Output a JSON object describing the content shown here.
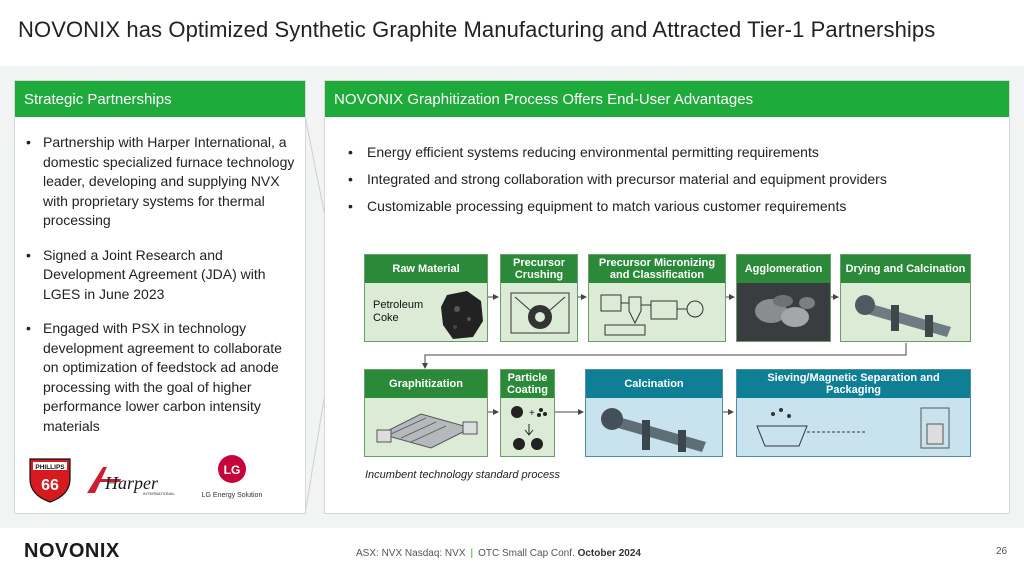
{
  "title": "NOVONIX has Optimized Synthetic Graphite Manufacturing and Attracted Tier-1 Partnerships",
  "left_panel": {
    "heading": "Strategic Partnerships",
    "bullets": [
      "Partnership with Harper International, a domestic specialized furnace technology leader, developing and supplying NVX with proprietary systems for thermal processing",
      "Signed a Joint Research and Development Agreement (JDA) with LGES in June 2023",
      "Engaged with PSX in technology development agreement to collaborate on optimization of feedstock ad anode processing with the goal of higher performance lower carbon intensity materials"
    ],
    "logos": {
      "phillips_top": "PHILLIPS",
      "phillips_num": "66",
      "harper": "Harper",
      "harper_sub": "INTERNATIONAL",
      "lg_mark": "LG",
      "lg": "LG Energy Solution"
    }
  },
  "right_panel": {
    "heading": "NOVONIX Graphitization Process Offers End-User Advantages",
    "bullets": [
      "Energy efficient systems reducing environmental permitting requirements",
      "Integrated and strong collaboration with precursor material and equipment providers",
      "Customizable processing equipment to match various customer requirements"
    ],
    "process_steps": [
      {
        "label": "Raw Material",
        "body_text": "Petroleum Coke"
      },
      {
        "label": "Precursor Crushing"
      },
      {
        "label": "Precursor Micronizing and Classification"
      },
      {
        "label": "Agglomeration"
      },
      {
        "label": "Drying and Calcination"
      },
      {
        "label": "Graphitization"
      },
      {
        "label": "Particle Coating"
      },
      {
        "label": "Calcination"
      },
      {
        "label": "Sieving/Magnetic Separation and Packaging"
      }
    ],
    "caption": "Incumbent technology standard process",
    "colors": {
      "green_step": "#2a8a3a",
      "blue_step": "#0e7f95"
    }
  },
  "footer": {
    "brand": "NOVONIX",
    "exchange": "ASX: NVX  Nasdaq: NVX",
    "separator": "|",
    "conference": "OTC Small Cap Conf.",
    "date": "October 2024",
    "page": "26"
  },
  "colors": {
    "accent": "#1faa3c"
  }
}
